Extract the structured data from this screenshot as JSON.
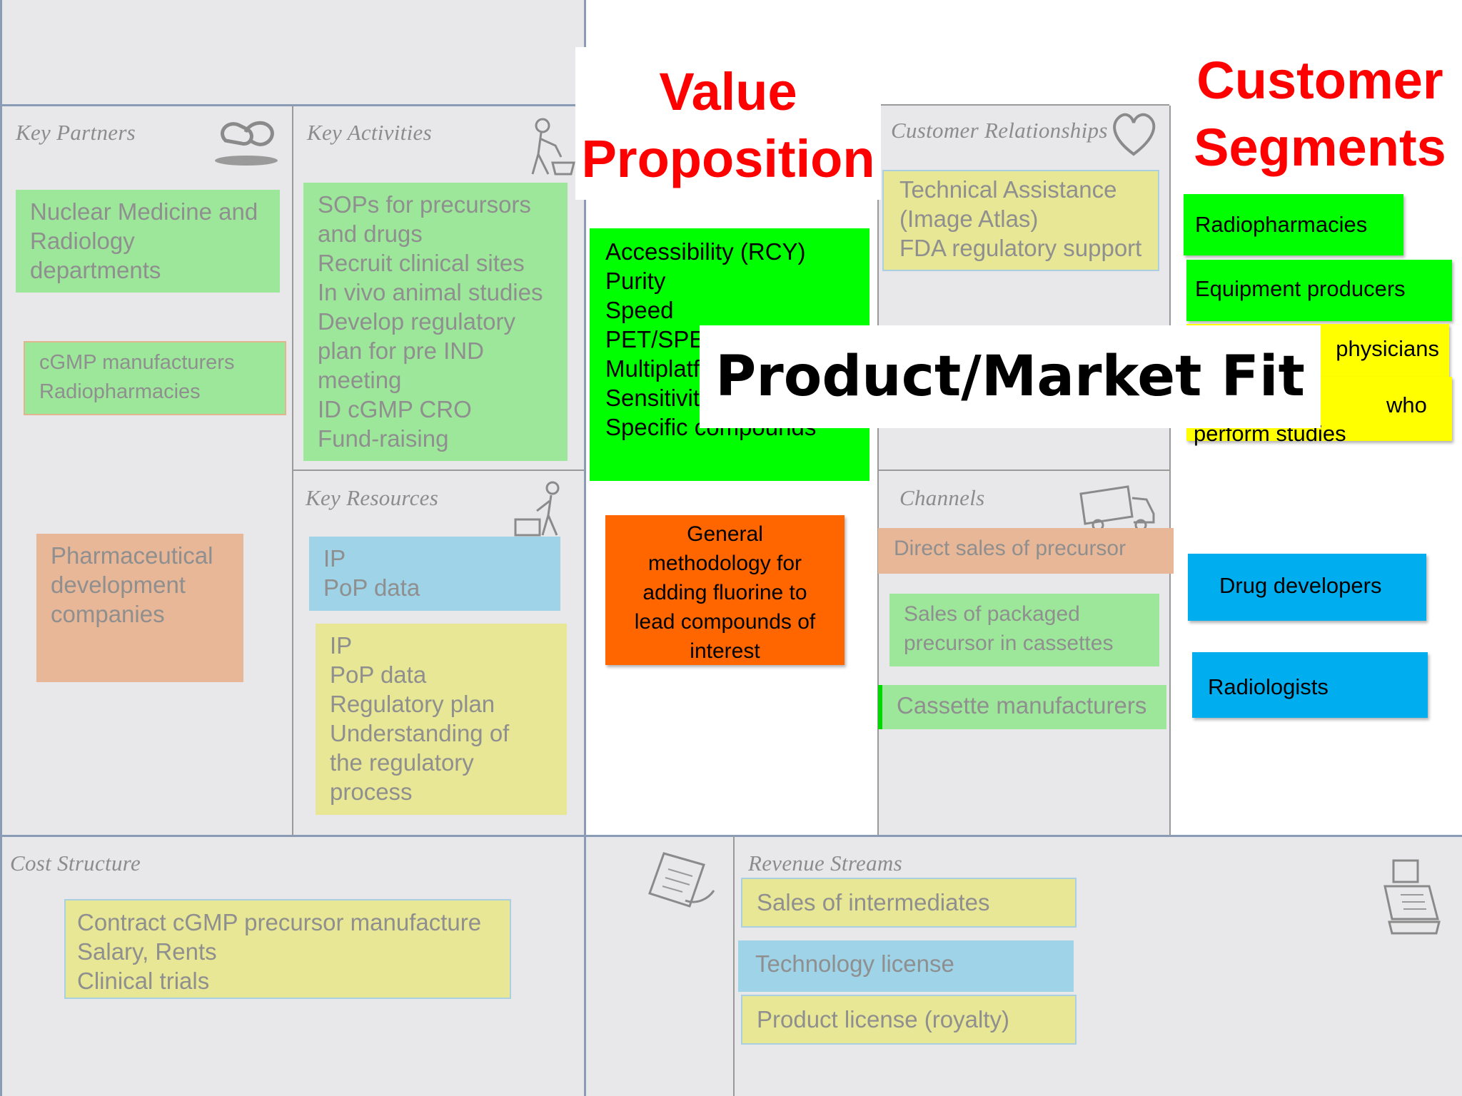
{
  "canvas": {
    "blocks": {
      "key_partners": "Key Partners",
      "key_activities": "Key Activities",
      "key_resources": "Key Resources",
      "customer_relationships": "Customer Relationships",
      "channels": "Channels",
      "cost_structure": "Cost Structure",
      "revenue_streams": "Revenue Streams"
    }
  },
  "overlays": {
    "value_proposition": [
      "Value",
      "Proposition"
    ],
    "customer_segments": [
      "Customer",
      "Segments"
    ],
    "product_market_fit": "Product/Market Fit"
  },
  "notes": {
    "partners_1": [
      "Nuclear Medicine and",
      "Radiology",
      "departments"
    ],
    "partners_2": [
      "cGMP manufacturers",
      "Radiopharmacies"
    ],
    "partners_3": [
      "Pharmaceutical",
      "development",
      "companies"
    ],
    "activities_1": [
      "SOPs for precursors",
      "and drugs",
      "Recruit clinical sites",
      "In vivo animal studies",
      "Develop regulatory",
      "plan for pre IND",
      "meeting",
      "ID cGMP CRO",
      "Fund-raising"
    ],
    "resources_1": [
      "IP",
      "PoP data"
    ],
    "resources_2": [
      "IP",
      "PoP data",
      "Regulatory plan",
      "Understanding of",
      "the regulatory",
      "process"
    ],
    "value_1": [
      "Accessibility (RCY)",
      "Purity",
      "Speed",
      "PET/SPE",
      "Multiplatf",
      "Sensitivit",
      "Specific compounds"
    ],
    "value_2": [
      "General",
      "methodology for",
      "adding fluorine to",
      "lead compounds of",
      "interest"
    ],
    "relationships_1": [
      "Technical Assistance",
      "(Image Atlas)",
      "FDA regulatory support"
    ],
    "channels_1": [
      "Direct sales of precursor"
    ],
    "channels_2": [
      "Sales of packaged",
      "precursor in cassettes"
    ],
    "channels_3": [
      "Cassette manufacturers"
    ],
    "segments_1": [
      "Radiopharmacies"
    ],
    "segments_2": [
      "Equipment producers"
    ],
    "segments_3": [
      "physicians"
    ],
    "segments_4": [
      "who",
      "perform studies"
    ],
    "segments_5": [
      "Drug developers"
    ],
    "segments_6": [
      "Radiologists"
    ],
    "cost_1": [
      "Contract cGMP precursor manufacture",
      "Salary, Rents",
      "Clinical trials"
    ],
    "revenue_1": [
      "Sales of intermediates"
    ],
    "revenue_2": [
      "Technology license"
    ],
    "revenue_3": [
      "Product license (royalty)"
    ]
  },
  "icons": {
    "key_partners": "chain-link-icon",
    "key_activities": "worker-icon",
    "key_resources": "worker-icon",
    "customer_relationships": "heart-icon",
    "channels": "delivery-truck-icon",
    "cost_structure": "price-tag-icon",
    "revenue_streams": "cash-register-icon"
  },
  "colors": {
    "overlay_title_red": "#ff0000",
    "vivid_green": "#00ff00",
    "vivid_yellow": "#ffff00",
    "vivid_blue": "#00aeef",
    "vivid_orange": "#ff6600",
    "pale_green": "#9de79a",
    "pale_yellow": "#e8e796",
    "pale_blue": "#9ed3e8",
    "pale_orange": "#e8b797"
  }
}
